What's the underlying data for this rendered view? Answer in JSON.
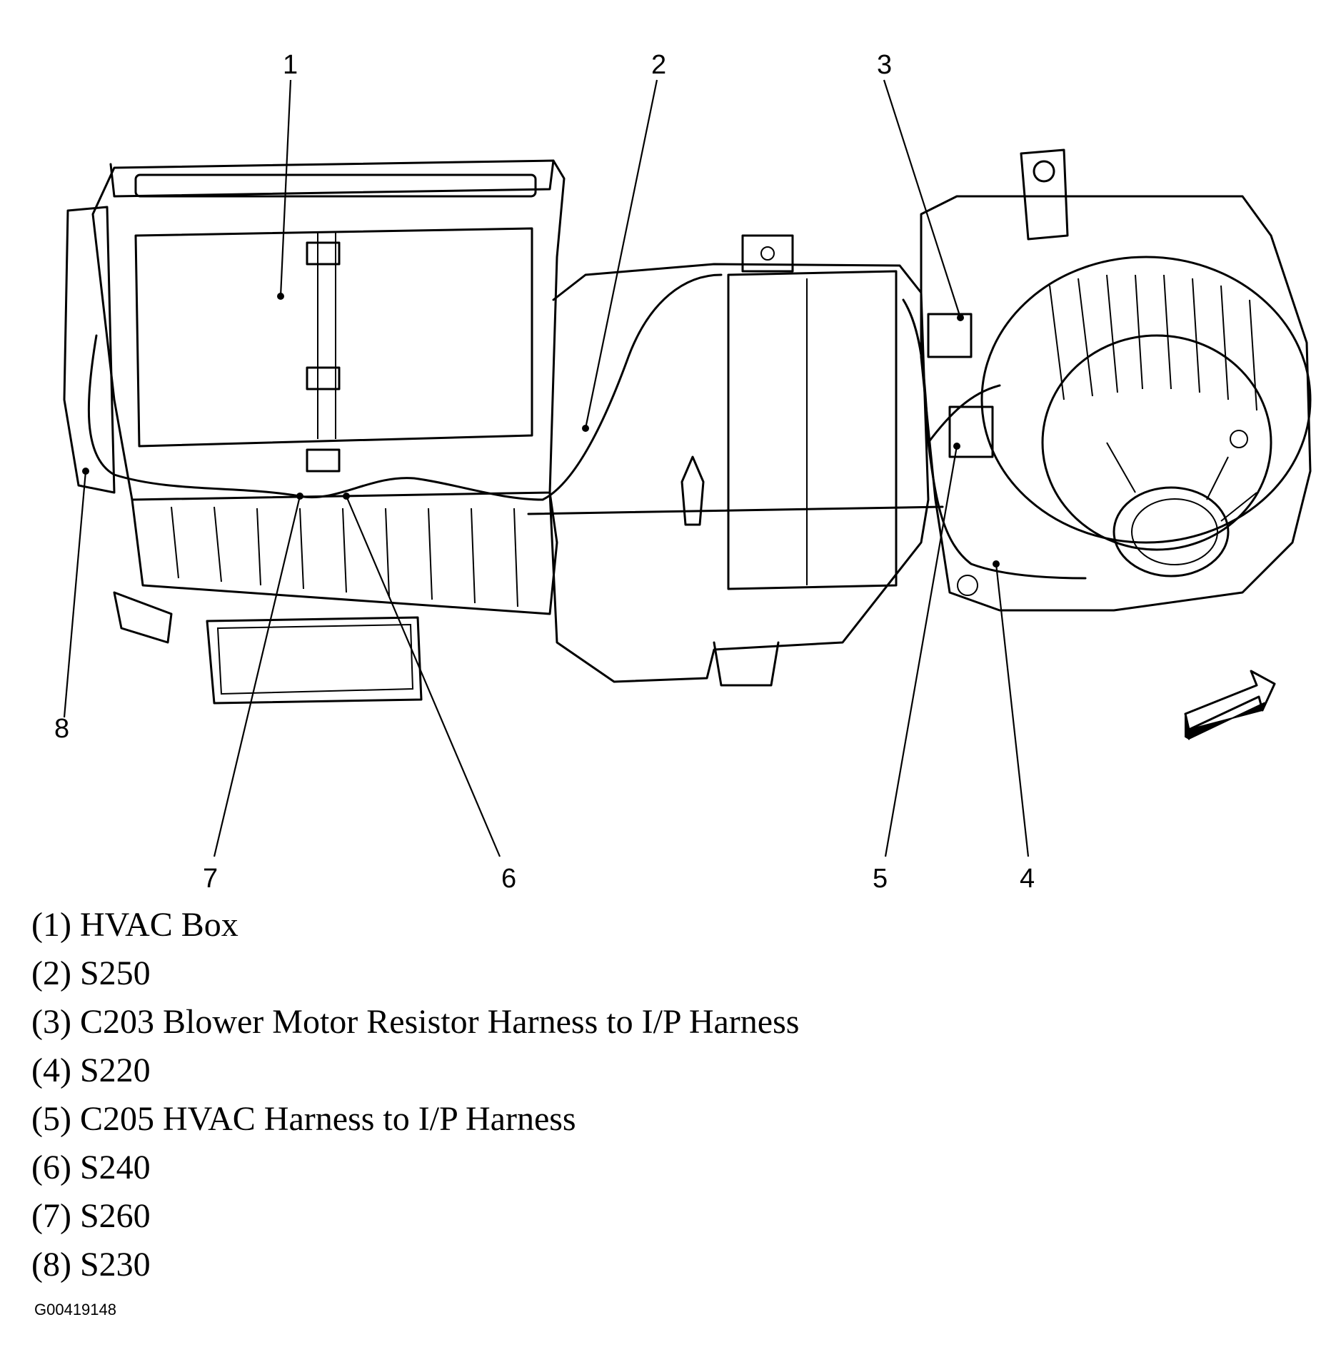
{
  "callouts": [
    {
      "num": "1",
      "label": "(1) HVAC Box"
    },
    {
      "num": "2",
      "label": "(2) S250"
    },
    {
      "num": "3",
      "label": "(3) C203 Blower Motor Resistor Harness to I/P Harness"
    },
    {
      "num": "4",
      "label": "(4) S220"
    },
    {
      "num": "5",
      "label": "(5) C205 HVAC Harness to I/P Harness"
    },
    {
      "num": "6",
      "label": "(6) S240"
    },
    {
      "num": "7",
      "label": "(7) S260"
    },
    {
      "num": "8",
      "label": "(8) S230"
    }
  ],
  "figure_id": "G00419148",
  "icons": {
    "orientation": "direction-arrow-icon"
  }
}
